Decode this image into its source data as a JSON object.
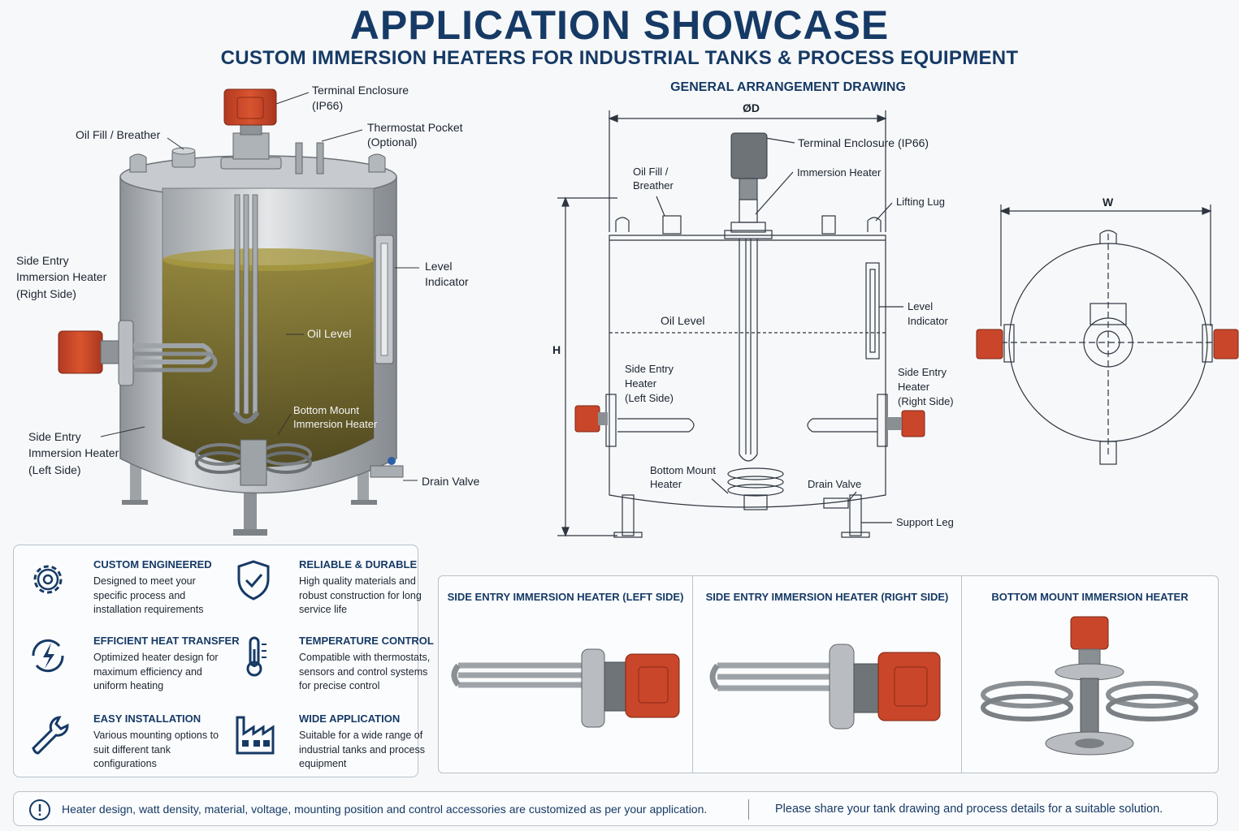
{
  "header": {
    "title": "APPLICATION SHOWCASE",
    "subtitle": "CUSTOM IMMERSION HEATERS FOR INDUSTRIAL TANKS & PROCESS EQUIPMENT"
  },
  "tank_3d": {
    "terminal_enclosure": "Terminal Enclosure",
    "terminal_enclosure_rating": "(IP66)",
    "thermostat_pocket": "Thermostat Pocket",
    "thermostat_optional": "(Optional)",
    "oil_fill": "Oil Fill / Breather",
    "side_entry_right_1": "Side Entry",
    "side_entry_right_2": "Immersion Heater",
    "side_entry_right_3": "(Right Side)",
    "level_indicator_1": "Level",
    "level_indicator_2": "Indicator",
    "oil_level": "Oil Level",
    "bottom_mount_1": "Bottom Mount",
    "bottom_mount_2": "Immersion Heater",
    "side_entry_left_1": "Side Entry",
    "side_entry_left_2": "Immersion Heater",
    "side_entry_left_3": "(Left Side)",
    "drain_valve": "Drain Valve"
  },
  "ga_drawing": {
    "title": "GENERAL ARRANGEMENT DRAWING",
    "dim_d": "ØD",
    "dim_h": "H",
    "dim_w": "W",
    "terminal_enclosure": "Terminal Enclosure (IP66)",
    "immersion_heater": "Immersion Heater",
    "oil_fill_1": "Oil Fill /",
    "oil_fill_2": "Breather",
    "lifting_lug": "Lifting Lug",
    "level_indicator_1": "Level",
    "level_indicator_2": "Indicator",
    "oil_level": "Oil Level",
    "side_left_1": "Side Entry",
    "side_left_2": "Heater",
    "side_left_3": "(Left Side)",
    "side_right_1": "Side Entry",
    "side_right_2": "Heater",
    "side_right_3": "(Right Side)",
    "bottom_mount_1": "Bottom Mount",
    "bottom_mount_2": "Heater",
    "drain_valve": "Drain Valve",
    "support_leg": "Support Leg"
  },
  "features": [
    {
      "icon": "gear-icon",
      "title": "CUSTOM ENGINEERED",
      "desc": "Designed to meet your specific process and installation requirements"
    },
    {
      "icon": "shield-check-icon",
      "title": "RELIABLE & DURABLE",
      "desc": "High quality materials and robust construction for long service life"
    },
    {
      "icon": "lightning-cycle-icon",
      "title": "EFFICIENT HEAT TRANSFER",
      "desc": "Optimized heater design for maximum efficiency and uniform heating"
    },
    {
      "icon": "thermometer-icon",
      "title": "TEMPERATURE CONTROL",
      "desc": "Compatible with thermostats, sensors and control systems for precise control"
    },
    {
      "icon": "wrench-icon",
      "title": "EASY INSTALLATION",
      "desc": "Various mounting options to suit different tank configurations"
    },
    {
      "icon": "factory-icon",
      "title": "WIDE APPLICATION",
      "desc": "Suitable for a wide range of industrial tanks and process equipment"
    }
  ],
  "products": [
    {
      "title": "SIDE ENTRY IMMERSION HEATER (LEFT SIDE)"
    },
    {
      "title": "SIDE ENTRY IMMERSION HEATER (RIGHT SIDE)"
    },
    {
      "title": "BOTTOM MOUNT IMMERSION HEATER"
    }
  ],
  "footer": {
    "note": "Heater design, watt density, material, voltage, mounting position and control accessories are customized as per your application.",
    "cta": "Please share your tank drawing and process details for a suitable solution."
  },
  "colors": {
    "navy": "#163a66",
    "enclosure": "#c9462a",
    "steel": "#a9aeb3",
    "oil": "#6f6424"
  }
}
